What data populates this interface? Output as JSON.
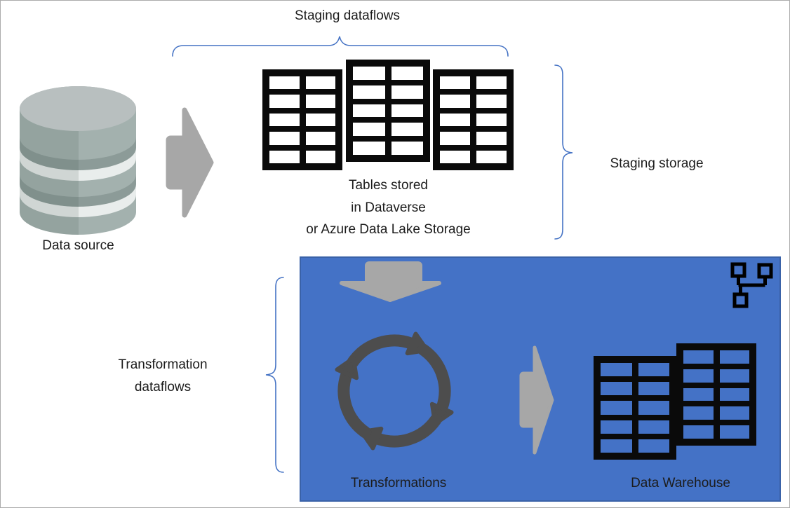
{
  "labels": {
    "staging_dataflows": "Staging dataflows",
    "data_source": "Data source",
    "tables_caption": [
      "Tables stored",
      "in Dataverse",
      "or Azure Data Lake Storage"
    ],
    "staging_storage": "Staging storage",
    "transformation_dataflows": [
      "Transformation",
      "dataflows"
    ],
    "transformations": "Transformations",
    "data_warehouse": "Data Warehouse"
  },
  "icons": {
    "database": "database-cylinder-icon",
    "flow_arrow": "right-arrow-icon",
    "staging_tables": "table-icon",
    "ingest_arrow": "down-arrow-icon",
    "transform_cycle": "cycle-arrows-icon",
    "warehouse_tables": "table-icon",
    "hierarchy": "hierarchy-icon",
    "braces": "curly-brace"
  },
  "colors": {
    "brace_blue": "#4472c4",
    "box_blue": "#4472c6",
    "box_border": "#3a62a8",
    "arrow_gray": "#a7a7a7",
    "cycle_gray": "#4d4d4d",
    "table_black": "#0a0a0a",
    "cylinder_top": "#b8bfbf",
    "cylinder_body": "#a3b1ae",
    "cylinder_seam_dark": "#8c9b98",
    "cylinder_seam_light": "#e9edec",
    "text": "#1c1c1c"
  }
}
